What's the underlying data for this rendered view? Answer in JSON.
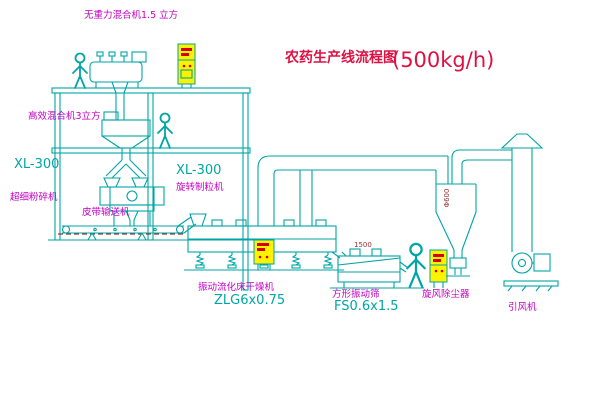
{
  "title": {
    "text": "农药生产线流程图",
    "capacity": "(500kg/h)"
  },
  "machines": {
    "gravity_mixer": {
      "label": "无重力混合机1.5 立方"
    },
    "high_efficiency_mixer": {
      "label": "高效混合机3立方"
    },
    "ultrafine_crusher": {
      "model": "XL-300",
      "label": "超细粉碎机"
    },
    "rotary_granulator": {
      "model": "XL-300",
      "label": "旋转制粒机"
    },
    "belt_conveyor": {
      "label": "皮带输送机"
    },
    "fluid_bed_dryer": {
      "label": "振动流化床干燥机",
      "model": "ZLG6x0.75"
    },
    "square_vibrating_sieve": {
      "label": "方形振动筛",
      "model": "FS0.6x1.5",
      "dimension": "1500"
    },
    "cyclone_dust_collector": {
      "label": "旋风除尘器",
      "dimension": "Φ600"
    },
    "induced_draft_fan": {
      "label": "引风机"
    }
  },
  "colors": {
    "line_cyan": "#00A5A5",
    "label_magenta": "#C400C4",
    "title_red": "#DD1144",
    "cabinet_yellow": "#FFF200",
    "mark_red": "#D40000",
    "dimension_dark_red": "#993333",
    "background": "#FFFFFF"
  }
}
